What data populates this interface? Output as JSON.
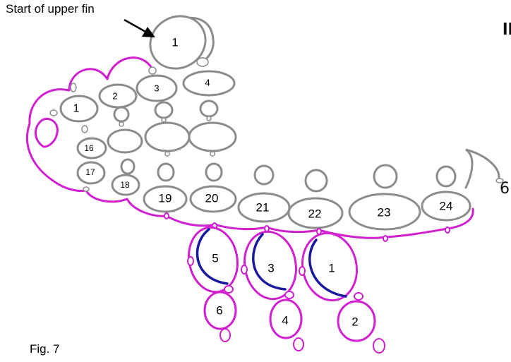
{
  "annotation": {
    "text": "Start of upper fin"
  },
  "figure_caption": "Fig. 7",
  "edge_fragments": {
    "top_left": "ll",
    "mid_left": "6"
  },
  "top_ring": {
    "label": "1"
  },
  "upper_row": [
    "1",
    "2",
    "3",
    "4"
  ],
  "left_column": [
    "16",
    "17",
    "18"
  ],
  "body_row": [
    "19",
    "20",
    "21",
    "22",
    "23",
    "24"
  ],
  "fins": [
    {
      "label": "5",
      "tip": "6"
    },
    {
      "label": "3",
      "tip": "4"
    },
    {
      "label": "1",
      "tip": "2"
    }
  ],
  "colors": {
    "ring": "#8c8c8c",
    "chain": "#d020d0",
    "fin_arc": "#1a1aa0"
  }
}
